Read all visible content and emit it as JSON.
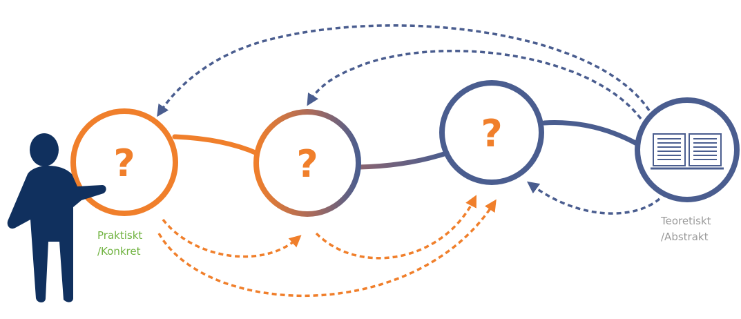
{
  "diagram": {
    "nodes": [
      {
        "id": "node-1",
        "text": "?"
      },
      {
        "id": "node-2",
        "text": "?"
      },
      {
        "id": "node-3",
        "text": "?"
      },
      {
        "id": "node-4",
        "icon": "open-book-icon"
      }
    ],
    "labels": {
      "left": {
        "line1": "Praktiskt",
        "line2": "/Konkret"
      },
      "right": {
        "line1": "Teoretiskt",
        "line2": "/Abstrakt"
      }
    }
  },
  "colors": {
    "orange": "#f07f2b",
    "navy": "#4a5d8f",
    "person": "#10305e",
    "label_left": "#6fb23f",
    "label_right": "#9a9a9a",
    "dash_orange": "#f07f2b",
    "dash_navy": "#4a5d8f"
  }
}
